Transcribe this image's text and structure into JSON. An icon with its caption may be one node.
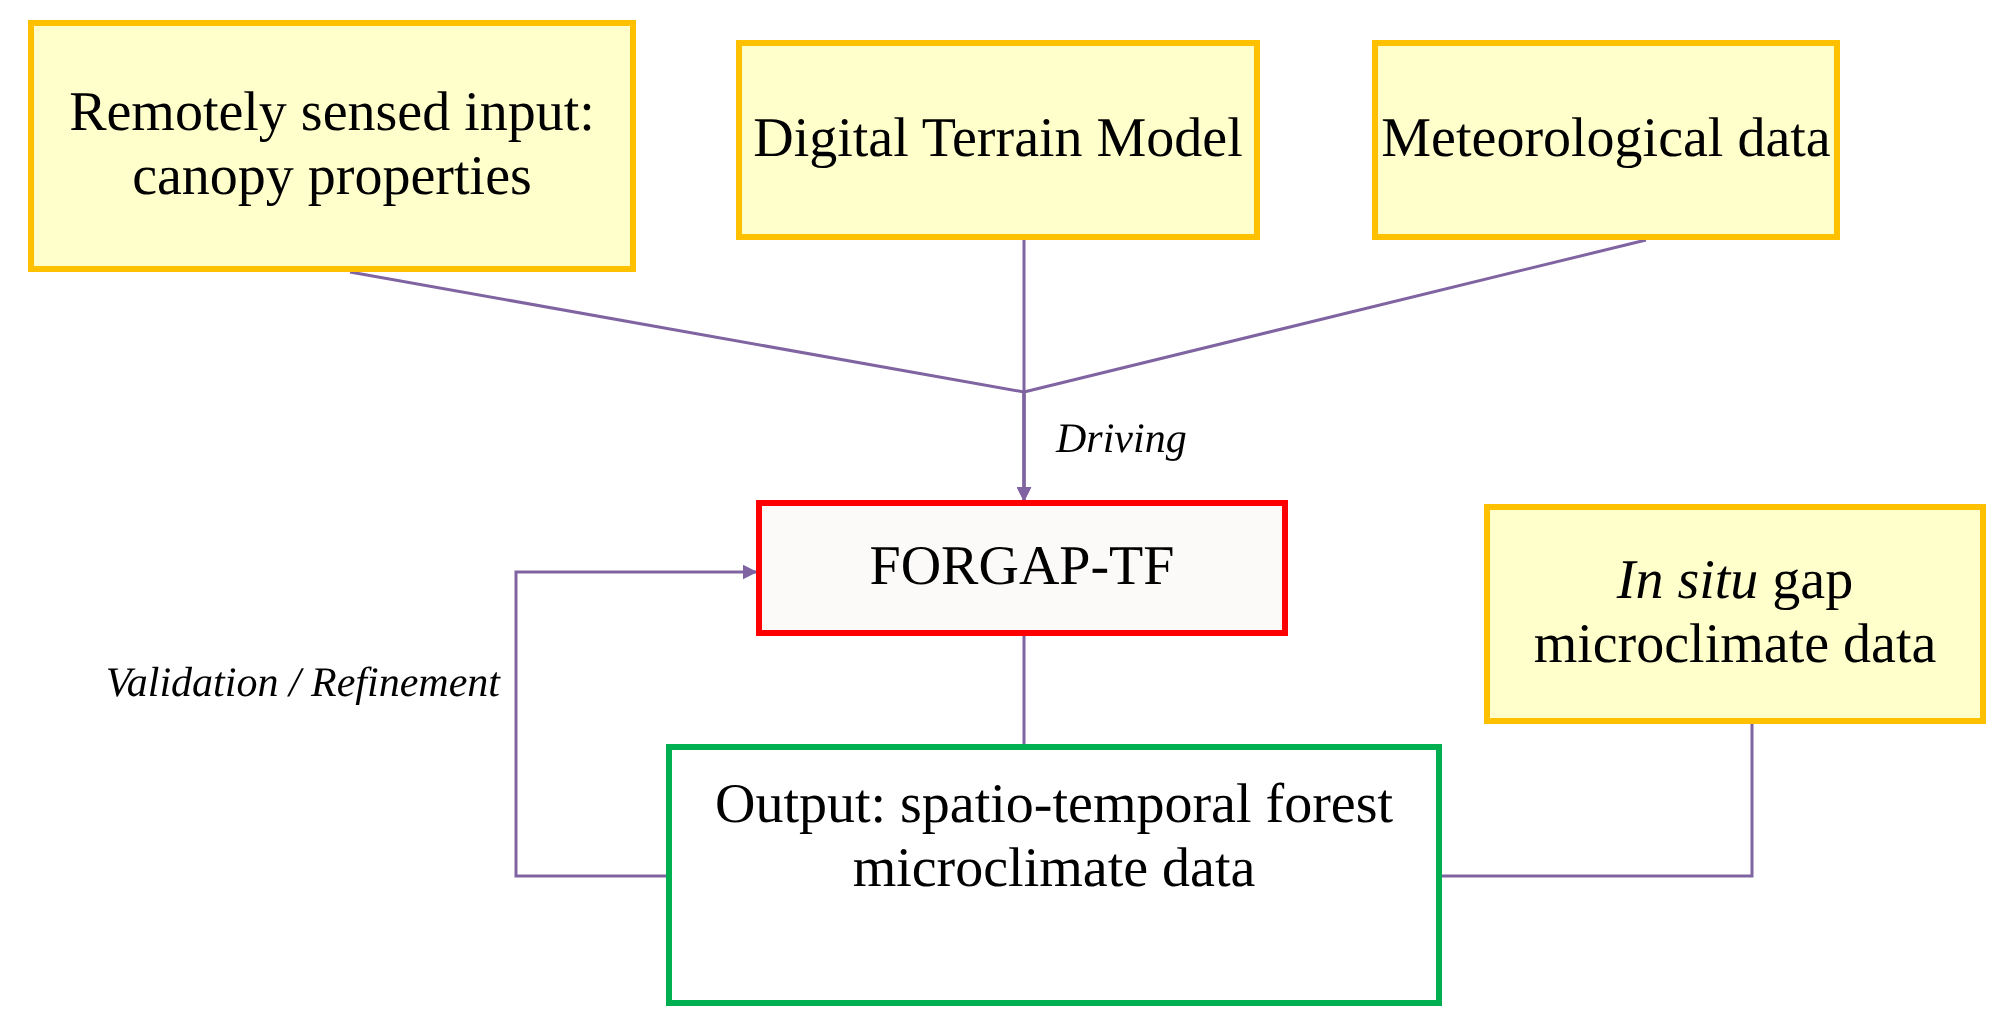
{
  "diagram": {
    "nodes": [
      {
        "text": [
          "Remotely sensed input: canopy properties"
        ]
      },
      {
        "text": [
          "Digital Terrain Model"
        ]
      },
      {
        "text": [
          "Meteorological data"
        ]
      },
      {
        "text": [
          "FORGAP-TF"
        ]
      },
      {
        "text": [
          "*In situ* gap microclimate data"
        ]
      },
      {
        "text": [
          "Output: spatio-temporal forest microclimate data"
        ]
      }
    ],
    "edges": [
      {
        "from": 0,
        "to": 3,
        "arrow": "to"
      },
      {
        "from": 1,
        "to": 3,
        "arrow": "to",
        "label": "Driving"
      },
      {
        "from": 2,
        "to": 3,
        "arrow": "to"
      },
      {
        "from": 3,
        "to": 5,
        "arrow": "none"
      },
      {
        "from": 5,
        "to": 3,
        "arrow": "to",
        "label": "Validation / Refinement"
      },
      {
        "from": 4,
        "to": 5,
        "arrow": "none"
      }
    ]
  }
}
